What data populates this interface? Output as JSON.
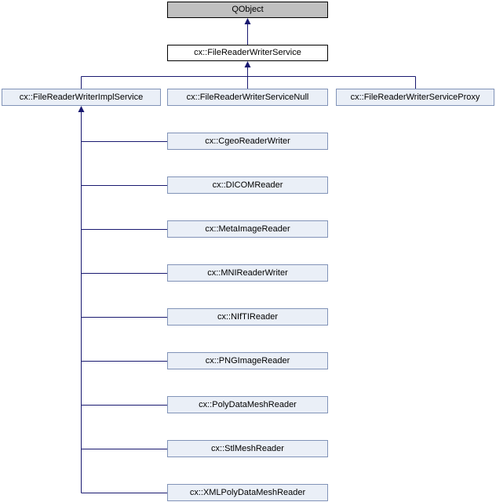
{
  "diagram": {
    "type": "class-inheritance-graph",
    "root": {
      "label": "QObject"
    },
    "parent": {
      "label": "cx::FileReaderWriterService"
    },
    "subclasses": [
      {
        "label": "cx::FileReaderWriterImplService"
      },
      {
        "label": "cx::FileReaderWriterServiceNull"
      },
      {
        "label": "cx::FileReaderWriterServiceProxy"
      }
    ],
    "impl_subclasses": [
      {
        "label": "cx::CgeoReaderWriter"
      },
      {
        "label": "cx::DICOMReader"
      },
      {
        "label": "cx::MetaImageReader"
      },
      {
        "label": "cx::MNIReaderWriter"
      },
      {
        "label": "cx::NIfTIReader"
      },
      {
        "label": "cx::PNGImageReader"
      },
      {
        "label": "cx::PolyDataMeshReader"
      },
      {
        "label": "cx::StlMeshReader"
      },
      {
        "label": "cx::XMLPolyDataMeshReader"
      }
    ],
    "colors": {
      "root_fill": "#c0c0c0",
      "root_border": "#000000",
      "current_fill": "#ffffff",
      "current_border": "#000000",
      "link_fill": "#eaeff7",
      "link_border": "#8193b8",
      "edge": "#191970",
      "text": "#000000",
      "background": "#ffffff"
    }
  }
}
